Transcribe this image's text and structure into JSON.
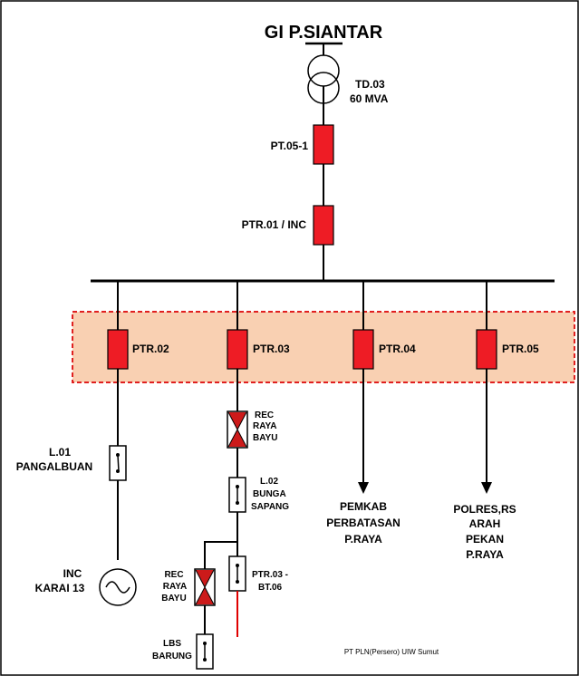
{
  "title": "GI P.SIANTAR",
  "transformer": {
    "line1": "TD.03",
    "line2": "60 MVA"
  },
  "breakers": {
    "pt051": "PT.05-1",
    "ptr01": "PTR.01 / INC",
    "ptr02": "PTR.02",
    "ptr03": "PTR.03",
    "ptr04": "PTR.04",
    "ptr05": "PTR.05"
  },
  "l01": {
    "line1": "L.01",
    "line2": "PANGALBUAN"
  },
  "inc": {
    "line1": "INC",
    "line2": "KARAI 13"
  },
  "rec1": {
    "line1": "REC",
    "line2": "RAYA",
    "line3": "BAYU"
  },
  "l02": {
    "line1": "L.02",
    "line2": "BUNGA",
    "line3": "SAPANG"
  },
  "rec2": {
    "line1": "REC",
    "line2": "RAYA",
    "line3": "BAYU"
  },
  "ptr03bt": {
    "line1": "PTR.03 -",
    "line2": "BT.06"
  },
  "lbs": {
    "line1": "LBS",
    "line2": "BARUNG"
  },
  "feeder04": {
    "line1": "PEMKAB",
    "line2": "PERBATASAN",
    "line3": "P.RAYA"
  },
  "feeder05": {
    "line1": "POLRES,RS",
    "line2": "ARAH",
    "line3": "PEKAN",
    "line4": "P.RAYA"
  },
  "footer": "PT PLN(Persero) UIW Sumut",
  "colors": {
    "breaker": "#ee1c25",
    "highlight": "#f9d0b2",
    "highlight_border": "#e02020",
    "recloser": "#cc1a1a",
    "red_line": "#e00000"
  }
}
